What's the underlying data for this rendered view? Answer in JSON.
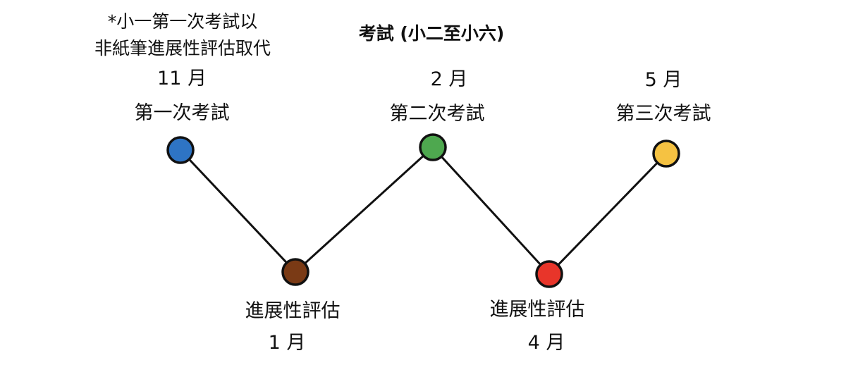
{
  "title": "考試 (小二至小六)",
  "note": {
    "line1": "*小一第一次考試以",
    "line2": "非紙筆進展性評估取代"
  },
  "nodes": [
    {
      "month": "11 月",
      "name": "第一次考試",
      "color": "#2e74c4"
    },
    {
      "month": "1 月",
      "name": "進展性評估",
      "color": "#7a3a15"
    },
    {
      "month": "2 月",
      "name": "第二次考試",
      "color": "#4ea84f"
    },
    {
      "month": "4 月",
      "name": "進展性評估",
      "color": "#e8352a"
    },
    {
      "month": "5 月",
      "name": "第三次考試",
      "color": "#f5c242"
    }
  ]
}
